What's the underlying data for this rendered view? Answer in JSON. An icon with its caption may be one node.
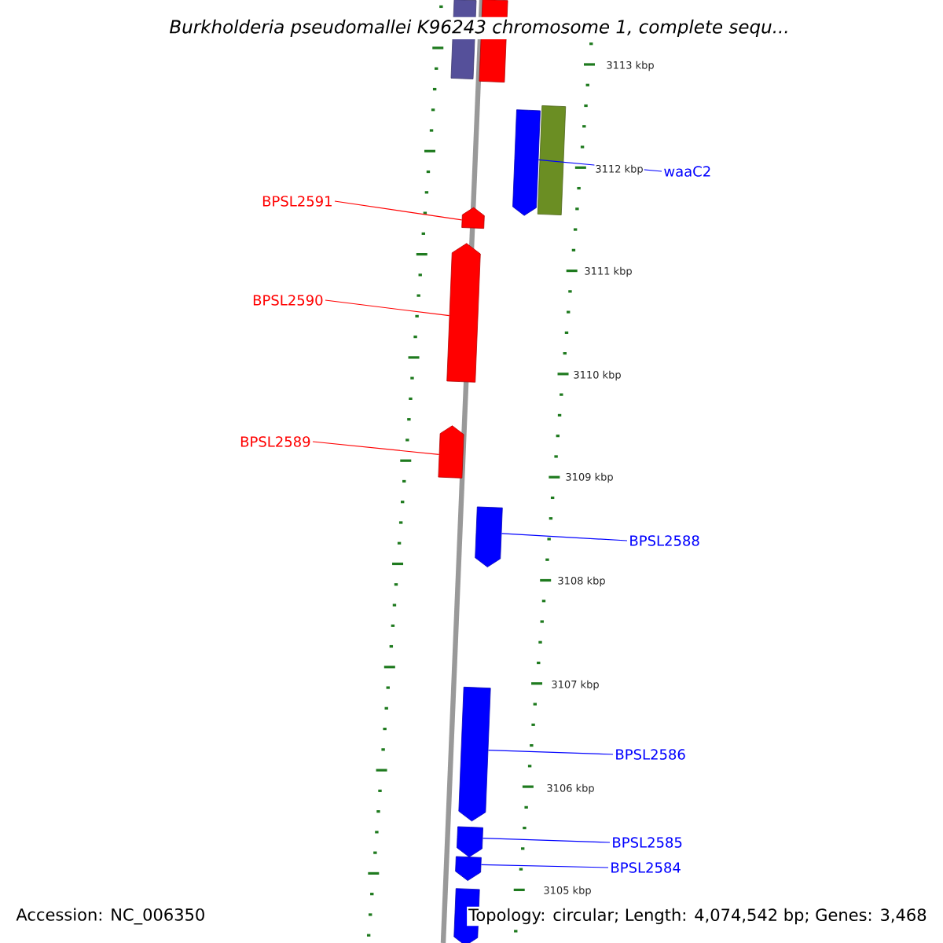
{
  "diagram": {
    "title": "Burkholderia pseudomallei K96243 chromosome 1, complete sequ...",
    "nodes": [
      {
        "text": [],
        "shape": "box"
      },
      {
        "text": [],
        "shape": "box"
      },
      {
        "text": [],
        "shape": "arrow"
      },
      {
        "text": [],
        "shape": "box"
      },
      {
        "text": [],
        "shape": "arrow"
      },
      {
        "text": [],
        "shape": "arrow"
      },
      {
        "text": [],
        "shape": "arrow"
      },
      {
        "text": [],
        "shape": "arrow"
      },
      {
        "text": [],
        "shape": "arrow"
      },
      {
        "text": [],
        "shape": "arrow"
      },
      {
        "text": [],
        "shape": "arrow"
      },
      {
        "text": [],
        "shape": "arrow"
      },
      {
        "text": [
          "waaC2"
        ]
      },
      {
        "text": [
          "BPSL2591"
        ]
      },
      {
        "text": [
          "BPSL2590"
        ]
      },
      {
        "text": [
          "BPSL2589"
        ]
      },
      {
        "text": [
          "BPSL2588"
        ]
      },
      {
        "text": [
          "BPSL2586"
        ]
      },
      {
        "text": [
          "BPSL2585"
        ]
      },
      {
        "text": [
          "BPSL2584"
        ]
      }
    ],
    "edges": [
      {
        "from": 12,
        "to": 2,
        "arrow": "none"
      },
      {
        "from": 13,
        "to": 4,
        "arrow": "none",
        "color": "#ff0000"
      },
      {
        "from": 14,
        "to": 5,
        "arrow": "none",
        "color": "#ff0000"
      },
      {
        "from": 15,
        "to": 6,
        "arrow": "none",
        "color": "#ff0000"
      },
      {
        "from": 16,
        "to": 7,
        "arrow": "none"
      },
      {
        "from": 17,
        "to": 8,
        "arrow": "none"
      },
      {
        "from": 18,
        "to": 9,
        "arrow": "none"
      },
      {
        "from": 19,
        "to": 10,
        "arrow": "none"
      }
    ],
    "labels": [
      "3113 kbp",
      "3112 kbp",
      "3111 kbp",
      "3110 kbp",
      "3109 kbp",
      "3108 kbp",
      "3107 kbp",
      "3106 kbp",
      "3105 kbp",
      "Accession: NC_006350",
      "Topology: circular; Length: 4,074,542 bp; Genes: 3,468"
    ]
  }
}
